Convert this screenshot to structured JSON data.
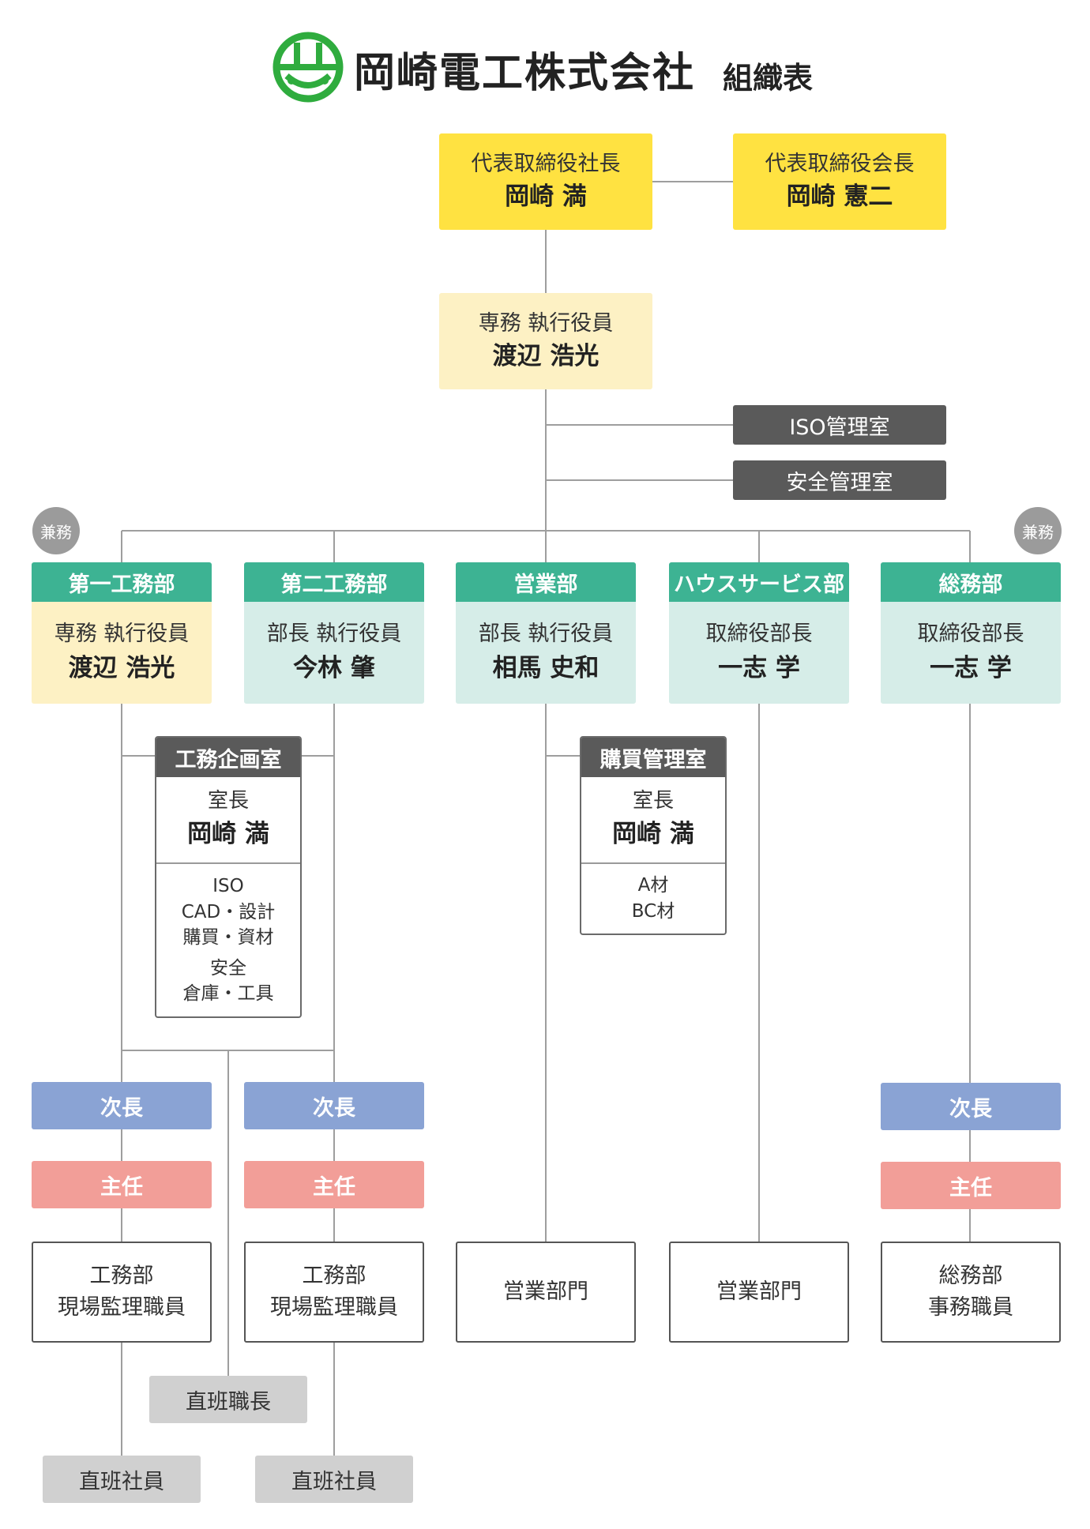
{
  "header": {
    "company_name": "岡崎電工株式会社",
    "subtitle": "組織表",
    "brand_color": "#2fac3e",
    "logo_icon": "okazaki-denko-logo"
  },
  "executives": {
    "president": {
      "role": "代表取締役社長",
      "name": "岡崎 満"
    },
    "chairman": {
      "role": "代表取締役会長",
      "name": "岡崎 憲二"
    },
    "senior_md": {
      "role": "専務 執行役員",
      "name": "渡辺 浩光"
    }
  },
  "offices": {
    "iso": "ISO管理室",
    "safety": "安全管理室"
  },
  "concurrent_label": "兼務",
  "departments": [
    {
      "name": "第一工務部",
      "role": "専務 執行役員",
      "person": "渡辺 浩光"
    },
    {
      "name": "第二工務部",
      "role": "部長 執行役員",
      "person": "今林 肇"
    },
    {
      "name": "営業部",
      "role": "部長 執行役員",
      "person": "相馬 史和"
    },
    {
      "name": "ハウスサービス部",
      "role": "取締役部長",
      "person": "一志 学"
    },
    {
      "name": "総務部",
      "role": "取締役部長",
      "person": "一志 学"
    }
  ],
  "planning_office": {
    "title": "工務企画室",
    "role": "室長",
    "name": "岡崎 満",
    "duties": [
      "ISO",
      "CAD・設計",
      "購買・資材",
      "安全",
      "倉庫・工具"
    ]
  },
  "purchasing_office": {
    "title": "購買管理室",
    "role": "室長",
    "name": "岡崎 満",
    "duties": [
      "A材",
      "BC材"
    ]
  },
  "ranks": {
    "deputy": "次長",
    "chief": "主任"
  },
  "staff": {
    "construction_1": [
      "工務部",
      "現場監理職員"
    ],
    "construction_2": [
      "工務部",
      "現場監理職員"
    ],
    "sales": "営業部門",
    "house_sales": "営業部門",
    "general_affairs": [
      "総務部",
      "事務職員"
    ]
  },
  "field": {
    "foreman": "直班職長",
    "staff_1": "直班社員",
    "staff_2": "直班社員"
  },
  "colors": {
    "executive": "#ffe241",
    "senior": "#fdf1c4",
    "department_header": "#3db393",
    "department_body": "#d6ede8",
    "office": "#5a5a5a",
    "deputy": "#8aa3d4",
    "chief": "#f29e98",
    "field": "#d0d0d0"
  }
}
